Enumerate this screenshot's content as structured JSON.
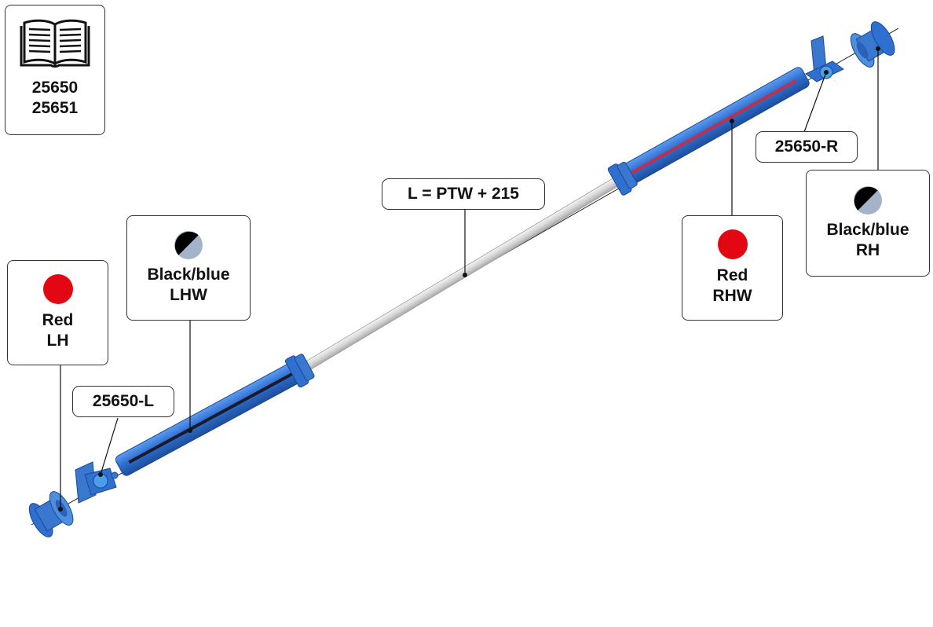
{
  "manual": {
    "icon": "open-book-icon",
    "codes": [
      "25650",
      "25651"
    ]
  },
  "dimension_label": "L = PTW + 215",
  "part_labels": {
    "left_bracket": "25650-L",
    "right_bracket": "25650-R"
  },
  "callouts": {
    "red_lh": {
      "color_name": "Red",
      "side": "LH",
      "swatch": "red-dot-icon"
    },
    "blackblue_lhw": {
      "color_name": "Black/blue",
      "side": "LHW",
      "swatch": "black-blue-dot-icon"
    },
    "red_rhw": {
      "color_name": "Red",
      "side": "RHW",
      "swatch": "red-dot-icon"
    },
    "blackblue_rh": {
      "color_name": "Black/blue",
      "side": "RH",
      "swatch": "black-blue-dot-icon"
    }
  },
  "colors": {
    "red": "#e30613",
    "black": "#000000",
    "grey_blue": "#a4b3c9",
    "part_blue": "#3a78d0",
    "rod": "#d8d8d8",
    "stripe_red": "#c0304a",
    "stripe_black": "#1a1a2a"
  }
}
